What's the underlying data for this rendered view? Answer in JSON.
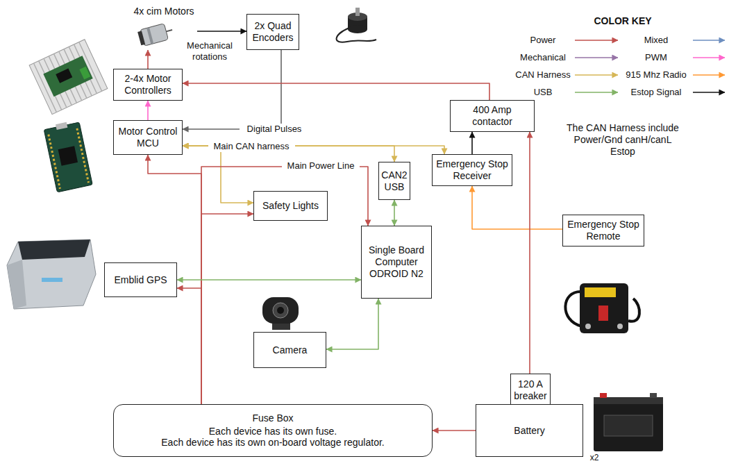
{
  "diagram": {
    "nodes": [
      {
        "text": [
          "4x cim Motors"
        ]
      },
      {
        "text": [
          "2x Quad Encoders"
        ]
      },
      {
        "text": [
          "2-4x Motor Controllers"
        ]
      },
      {
        "text": [
          "Motor Control MCU"
        ]
      },
      {
        "text": [
          "400 Amp contactor"
        ]
      },
      {
        "text": [
          "Emergency Stop Receiver"
        ]
      },
      {
        "text": [
          "CAN2 USB"
        ]
      },
      {
        "text": [
          "Safety Lights"
        ]
      },
      {
        "text": [
          "Single Board Computer ODROID N2"
        ]
      },
      {
        "text": [
          "Emblid GPS"
        ]
      },
      {
        "text": [
          "Camera"
        ]
      },
      {
        "text": [
          "Emergency Stop Remote"
        ]
      },
      {
        "text": [
          "120 A breaker"
        ]
      },
      {
        "text": [
          "Fuse Box",
          "Each device has its own fuse.",
          "Each device has its own on-board voltage regulator."
        ]
      },
      {
        "text": [
          "Battery"
        ]
      }
    ],
    "edges": [
      {
        "from": 2,
        "to": 0,
        "arrow": "to"
      },
      {
        "from": 0,
        "to": 1,
        "label": "Mechanical rotations",
        "arrow": "to"
      },
      {
        "from": 1,
        "to": 3,
        "label": "Digital Pulses",
        "arrow": "to"
      },
      {
        "from": 3,
        "to": 2,
        "arrow": "to"
      },
      {
        "from": 4,
        "to": 2,
        "arrow": "to"
      },
      {
        "from": 3,
        "to": 6,
        "label": "Main CAN harness",
        "arrow": "both"
      },
      {
        "from": 3,
        "to": 5,
        "arrow": "both"
      },
      {
        "from": 3,
        "to": 7,
        "arrow": "both"
      },
      {
        "from": 5,
        "to": 4,
        "arrow": "to"
      },
      {
        "from": 11,
        "to": 5,
        "arrow": "to"
      },
      {
        "from": 14,
        "to": 12,
        "arrow": "to"
      },
      {
        "from": 12,
        "to": 4,
        "arrow": "to"
      },
      {
        "from": 14,
        "to": 13,
        "arrow": "to"
      },
      {
        "from": 13,
        "to": 3,
        "arrow": "to"
      },
      {
        "from": 13,
        "to": 7,
        "arrow": "to"
      },
      {
        "from": 13,
        "to": 9,
        "arrow": "to"
      },
      {
        "from": 13,
        "to": 8,
        "label": "Main Power Line",
        "arrow": "to"
      },
      {
        "from": 6,
        "to": 8,
        "arrow": "both"
      },
      {
        "from": 9,
        "to": 8,
        "arrow": "both"
      },
      {
        "from": 10,
        "to": 8,
        "arrow": "both"
      }
    ],
    "labels": [
      "COLOR KEY",
      "The CAN Harness include Power/Gnd canH/canL Estop",
      "x2"
    ],
    "legend": [
      {
        "text": "Power"
      },
      {
        "text": "Mixed"
      },
      {
        "text": "Mechanical"
      },
      {
        "text": "PWM"
      },
      {
        "text": "CAN Harness"
      },
      {
        "text": "915 Mhz Radio"
      },
      {
        "text": "USB"
      },
      {
        "text": "Estop Signal"
      }
    ]
  }
}
